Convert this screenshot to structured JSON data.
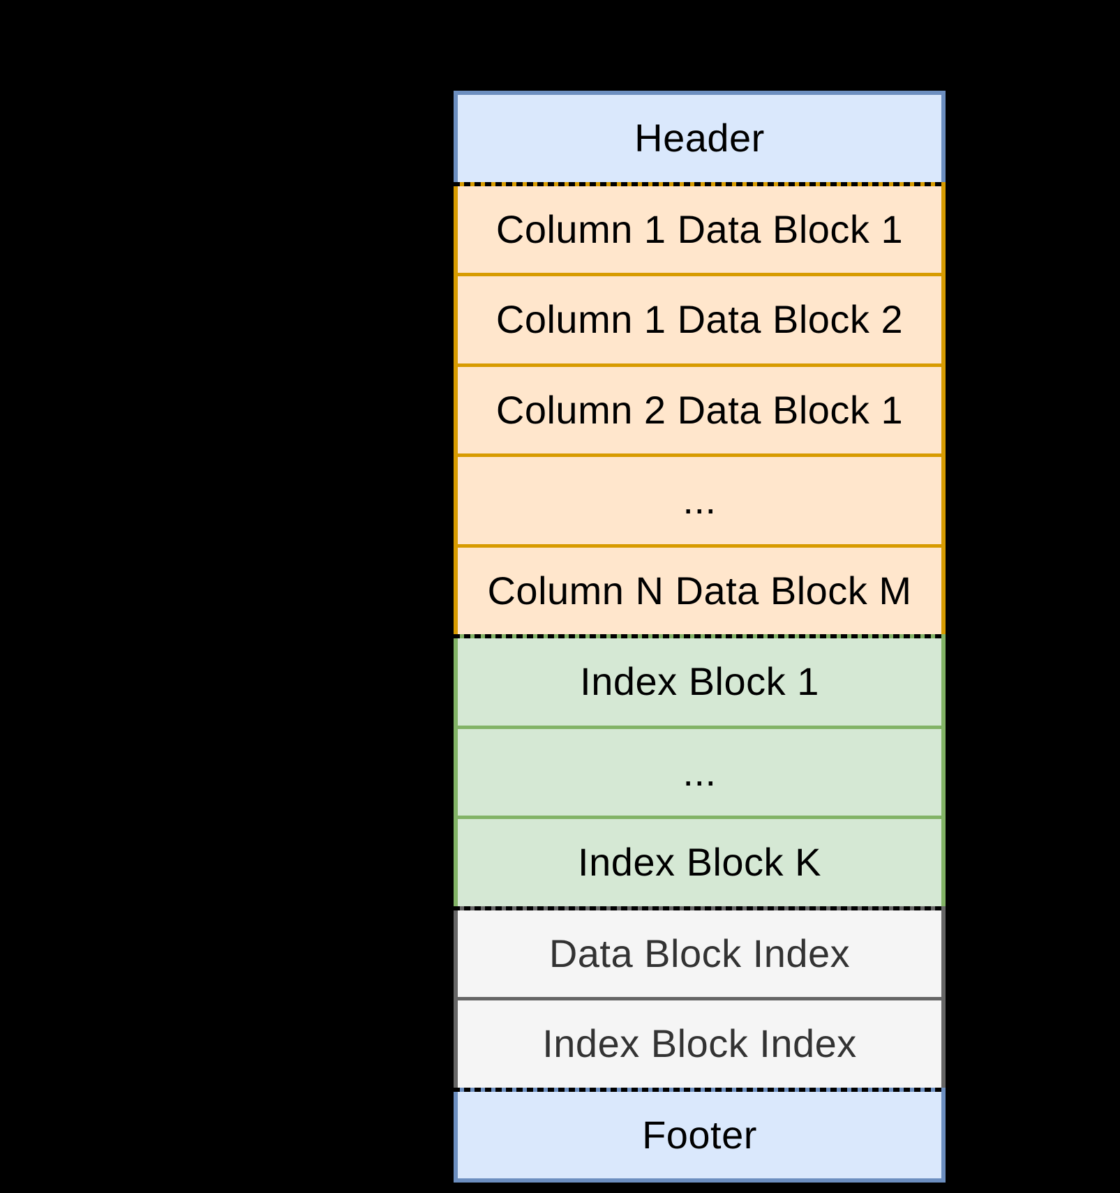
{
  "diagram": {
    "type": "file-layout-block-stack",
    "blocks": [
      {
        "id": "header",
        "label": "Header",
        "section": "blue"
      },
      {
        "id": "column-1-data-block-1",
        "label": "Column 1 Data Block 1",
        "section": "orange"
      },
      {
        "id": "column-1-data-block-2",
        "label": "Column 1 Data Block 2",
        "section": "orange"
      },
      {
        "id": "column-2-data-block-1",
        "label": "Column 2 Data Block 1",
        "section": "orange"
      },
      {
        "id": "data-blocks-ellipsis",
        "label": "...",
        "section": "orange"
      },
      {
        "id": "column-n-data-block-m",
        "label": "Column N Data Block M",
        "section": "orange"
      },
      {
        "id": "index-block-1",
        "label": "Index Block 1",
        "section": "green"
      },
      {
        "id": "index-blocks-ellipsis",
        "label": "...",
        "section": "green"
      },
      {
        "id": "index-block-k",
        "label": "Index Block K",
        "section": "green"
      },
      {
        "id": "data-block-index",
        "label": "Data Block Index",
        "section": "gray"
      },
      {
        "id": "index-block-index",
        "label": "Index Block Index",
        "section": "gray"
      },
      {
        "id": "footer",
        "label": "Footer",
        "section": "blue"
      }
    ],
    "colors": {
      "canvas_background": "#000000",
      "blue_fill": "#dae8fc",
      "blue_border": "#6c8ebf",
      "orange_fill": "#ffe6cc",
      "orange_border": "#d79b00",
      "green_fill": "#d5e8d4",
      "green_border": "#82b366",
      "gray_fill": "#f5f5f5",
      "gray_border": "#666666",
      "gray_text": "#333333",
      "dash_color": "#000000",
      "text_color": "#000000"
    }
  }
}
